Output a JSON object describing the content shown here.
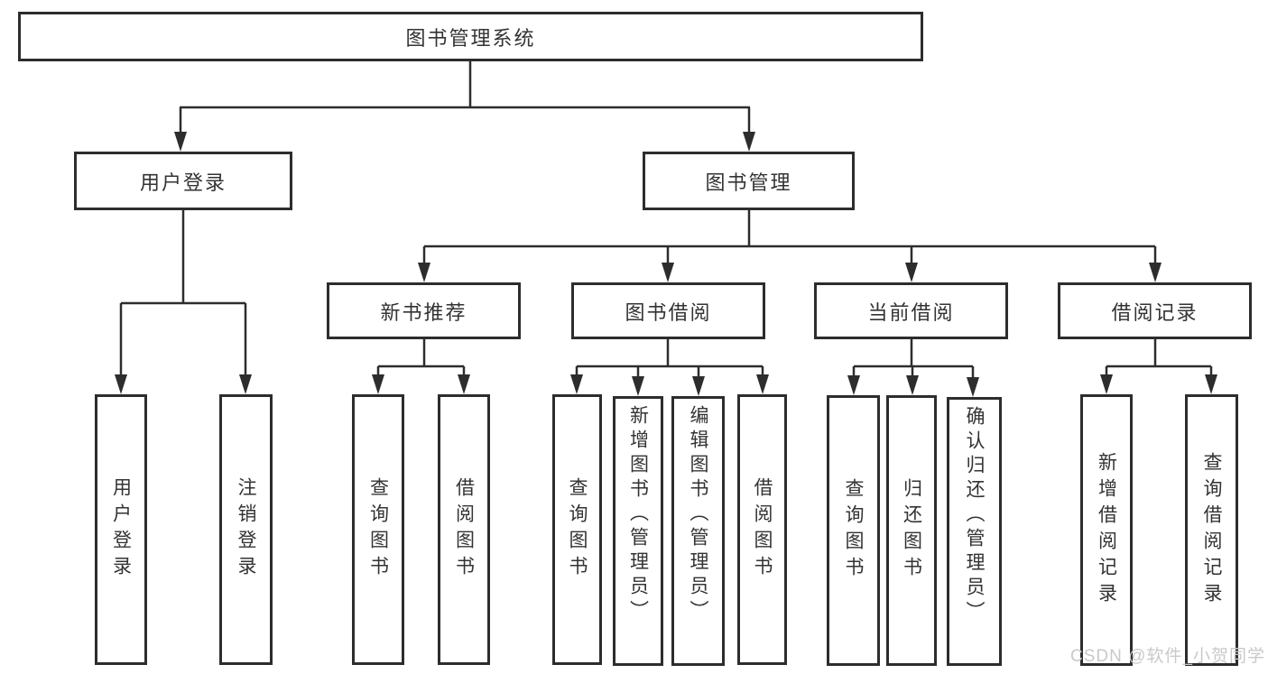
{
  "tree": {
    "root": {
      "label": "图书管理系统"
    },
    "branches": [
      {
        "label": "用户登录",
        "children": [
          {
            "label": "用户登录"
          },
          {
            "label": "注销登录"
          }
        ]
      },
      {
        "label": "图书管理",
        "children": [
          {
            "label": "新书推荐",
            "children": [
              {
                "label": "查询图书"
              },
              {
                "label": "借阅图书"
              }
            ]
          },
          {
            "label": "图书借阅",
            "children": [
              {
                "label": "查询图书"
              },
              {
                "label": "新增图书（管理员）"
              },
              {
                "label": "编辑图书（管理员）"
              },
              {
                "label": "借阅图书"
              }
            ]
          },
          {
            "label": "当前借阅",
            "children": [
              {
                "label": "查询图书"
              },
              {
                "label": "归还图书"
              },
              {
                "label": "确认归还（管理员）"
              }
            ]
          },
          {
            "label": "借阅记录",
            "children": [
              {
                "label": "新增借阅记录"
              },
              {
                "label": "查询借阅记录"
              }
            ]
          }
        ]
      }
    ]
  },
  "watermark": {
    "text": "CSDN @软件_小贺同学"
  },
  "colors": {
    "line": "#2d2d2d",
    "text": "#333333",
    "background": "#ffffff",
    "watermark": "#c9c9c9"
  }
}
